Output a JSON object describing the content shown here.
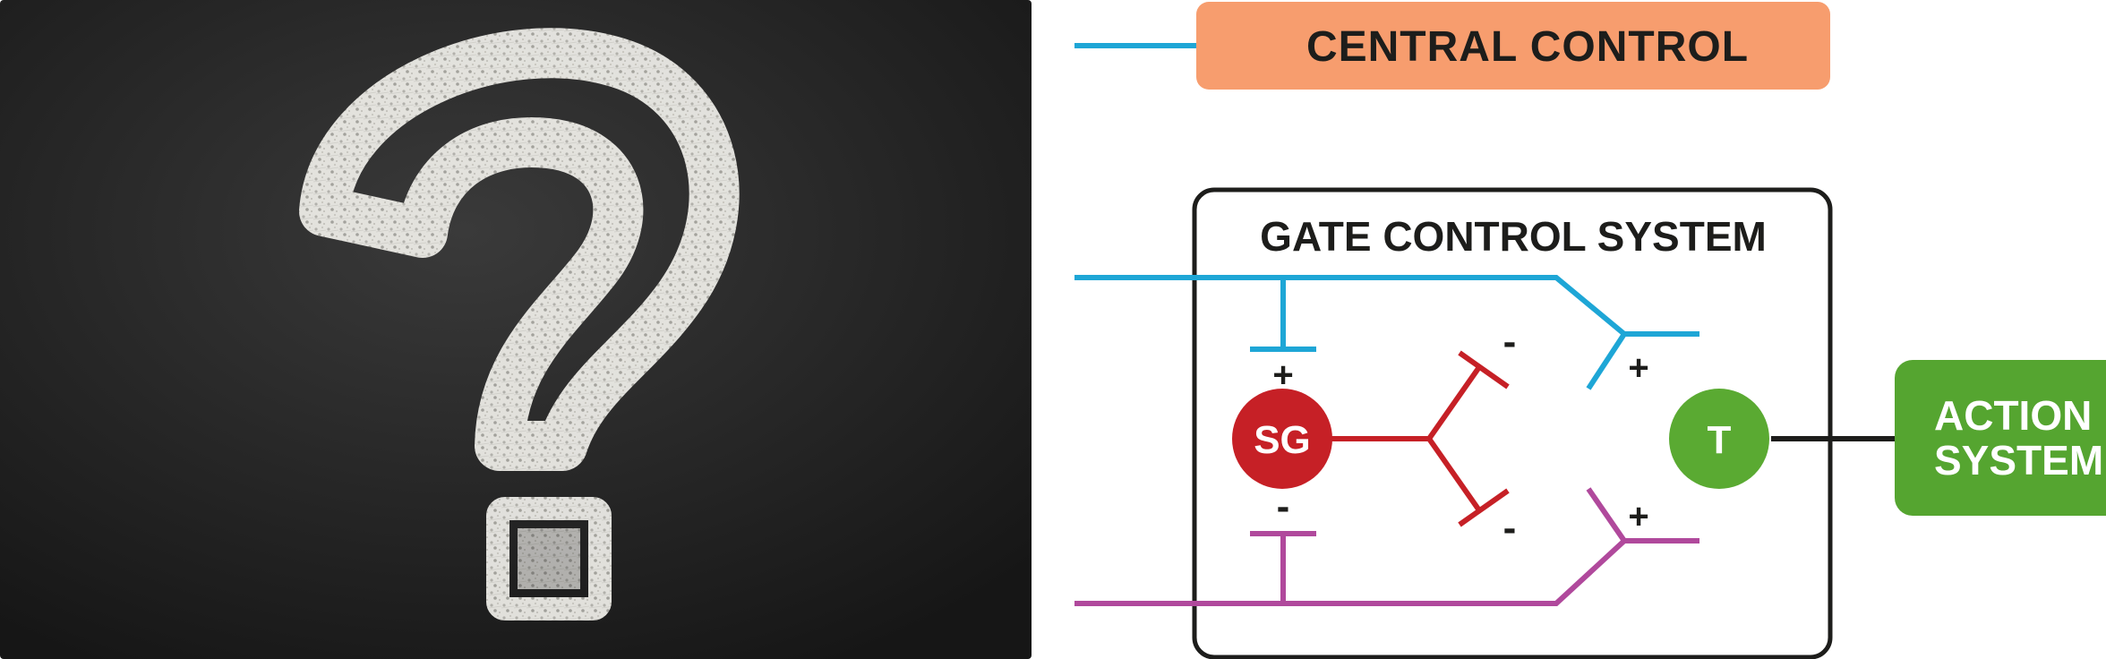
{
  "photo": {
    "subject": "question-mark",
    "glyph": "?"
  },
  "diagram": {
    "central_control": {
      "label": "CENTRAL CONTROL"
    },
    "gate_control_system": {
      "title": "GATE CONTROL SYSTEM"
    },
    "sg_cell": {
      "label": "SG"
    },
    "t_cell": {
      "label": "T"
    },
    "action_system": {
      "line1": "ACTION",
      "line2": "SYSTEM"
    },
    "signs": {
      "sg_top": "+",
      "sg_bottom": "-",
      "inhib_top": "-",
      "inhib_bottom": "-",
      "t_top": "+",
      "t_bottom": "+"
    }
  },
  "colors": {
    "blackboard": "#262626",
    "chalk": "#ecebe6",
    "blue_fiber": "#1ea6d6",
    "purple_fiber": "#b0499c",
    "red_inhibit": "#c62026",
    "orange_box": "#f79d6e",
    "green": "#5aaa32",
    "green_action": "#55a530",
    "outline": "#1d1d1b"
  }
}
